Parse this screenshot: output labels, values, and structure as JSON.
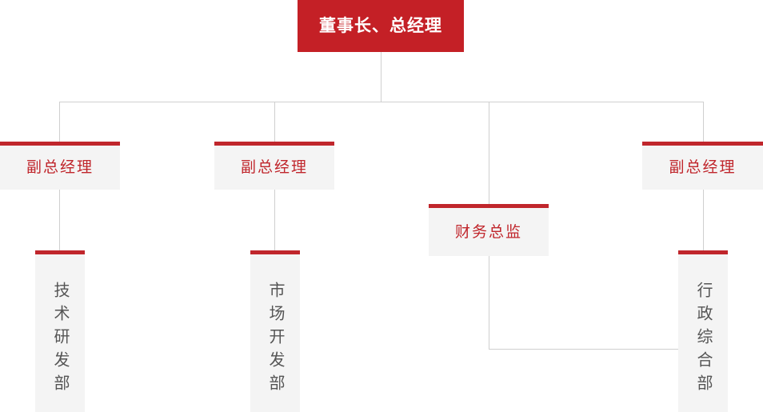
{
  "chart": {
    "type": "org-chart",
    "title": "",
    "colors": {
      "root_bg": "#C42026",
      "root_text": "#FFFFFF",
      "box_bg": "#F4F4F4",
      "box_accent": "#C0262C",
      "role_text": "#C0262C",
      "dept_text": "#555555",
      "connector": "#CFCFCF",
      "page_bg": "#FFFFFF"
    },
    "root": {
      "label": "董事长、总经理"
    },
    "roles": [
      {
        "label": "副总经理"
      },
      {
        "label": "副总经理"
      },
      {
        "label": "财务总监"
      },
      {
        "label": "副总经理"
      }
    ],
    "departments": [
      {
        "label": "技术研发部"
      },
      {
        "label": "市场开发部"
      },
      {
        "label": "行政综合部"
      }
    ]
  }
}
